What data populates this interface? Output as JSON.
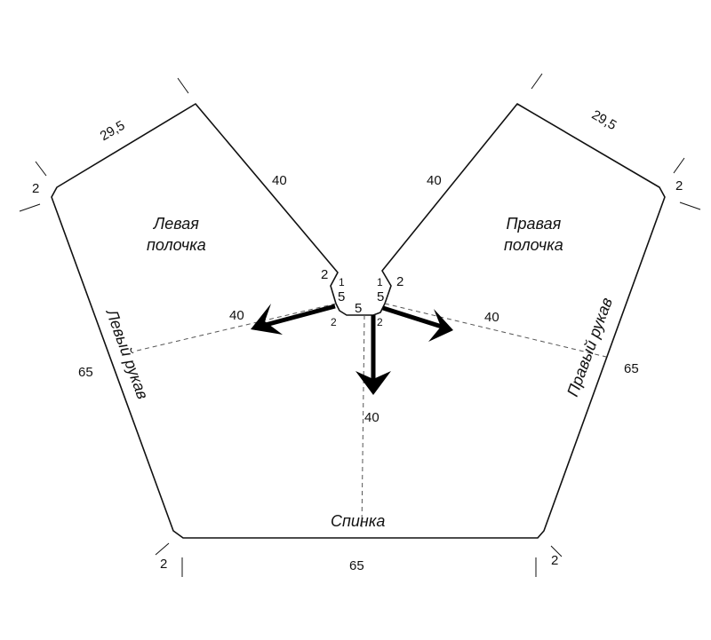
{
  "pieces": {
    "left_front": "Левая\nполочка",
    "left_front_l1": "Левая",
    "left_front_l2": "полочка",
    "right_front_l1": "Правая",
    "right_front_l2": "полочка",
    "left_sleeve": "Левый рукав",
    "right_sleeve": "Правый рукав",
    "back": "Спинка"
  },
  "dimensions": {
    "top_left": "29,5",
    "top_right": "29,5",
    "left_corner": "2",
    "right_corner": "2",
    "left_neck_side": "40",
    "right_neck_side": "40",
    "left_outer": "65",
    "right_outer": "65",
    "bottom": "65",
    "bottom_left_corner": "2",
    "bottom_right_corner": "2",
    "left_dash": "40",
    "right_dash": "40",
    "center_dash": "40",
    "neck_left_2": "2",
    "neck_left_1": "1",
    "neck_left_5": "5",
    "neck_left_bottom_2": "2",
    "neck_center_5": "5",
    "neck_right_2": "2",
    "neck_right_1": "1",
    "neck_right_5": "5",
    "neck_right_bottom_2": "2"
  }
}
